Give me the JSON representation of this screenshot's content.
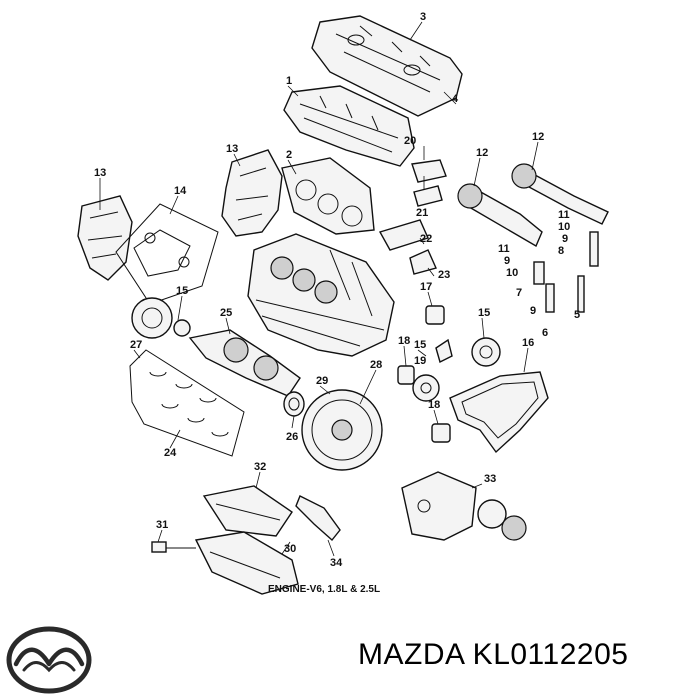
{
  "diagram": {
    "caption": "ENGINE-V6, 1.8L & 2.5L",
    "callouts": {
      "c1": "1",
      "c2": "2",
      "c3": "3",
      "c4": "4",
      "c5": "5",
      "c6": "6",
      "c7": "7",
      "c8": "8",
      "c9a": "9",
      "c9b": "9",
      "c9c": "9",
      "c10a": "10",
      "c10b": "10",
      "c11a": "11",
      "c11b": "11",
      "c12a": "12",
      "c12b": "12",
      "c13a": "13",
      "c13b": "13",
      "c14": "14",
      "c15a": "15",
      "c15b": "15",
      "c15c": "15",
      "c16": "16",
      "c17": "17",
      "c18a": "18",
      "c18b": "18",
      "c19": "19",
      "c20": "20",
      "c21": "21",
      "c22": "22",
      "c23": "23",
      "c24": "24",
      "c25": "25",
      "c26": "26",
      "c27": "27",
      "c28": "28",
      "c29": "29",
      "c30": "30",
      "c31": "31",
      "c32": "32",
      "c33": "33",
      "c34": "34"
    }
  },
  "brand": {
    "logo_icon": "mazda-logo-icon",
    "label": "MAZDA KL0112205"
  }
}
